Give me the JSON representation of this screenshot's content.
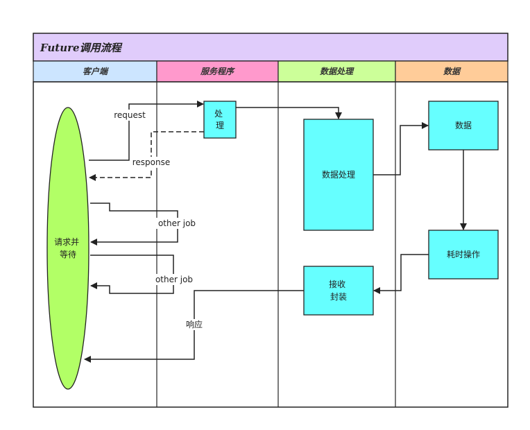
{
  "title": "Future调用流程",
  "colors": {
    "title_bg": "#e0ccfb",
    "node_fill": "#66ffff",
    "client_fill": "#b2ff66",
    "lane_client": "#cce5ff",
    "lane_service": "#ff99cc",
    "lane_process": "#ccff99",
    "lane_data": "#ffcc99"
  },
  "lanes": [
    {
      "label": "客户端"
    },
    {
      "label": "服务程序"
    },
    {
      "label": "数据处理"
    },
    {
      "label": "数据"
    }
  ],
  "nodes": {
    "client": [
      "请求并",
      "等待"
    ],
    "service_process": [
      "处",
      "理"
    ],
    "data_processing": [
      "数据处理"
    ],
    "data": [
      "数据"
    ],
    "slow_op": [
      "耗时操作"
    ],
    "receive_wrap": [
      "接收",
      "封装"
    ]
  },
  "edges": {
    "request": "request",
    "response": "response",
    "other_job_1": "other job",
    "other_job_2": "other job",
    "reply": "响应"
  }
}
